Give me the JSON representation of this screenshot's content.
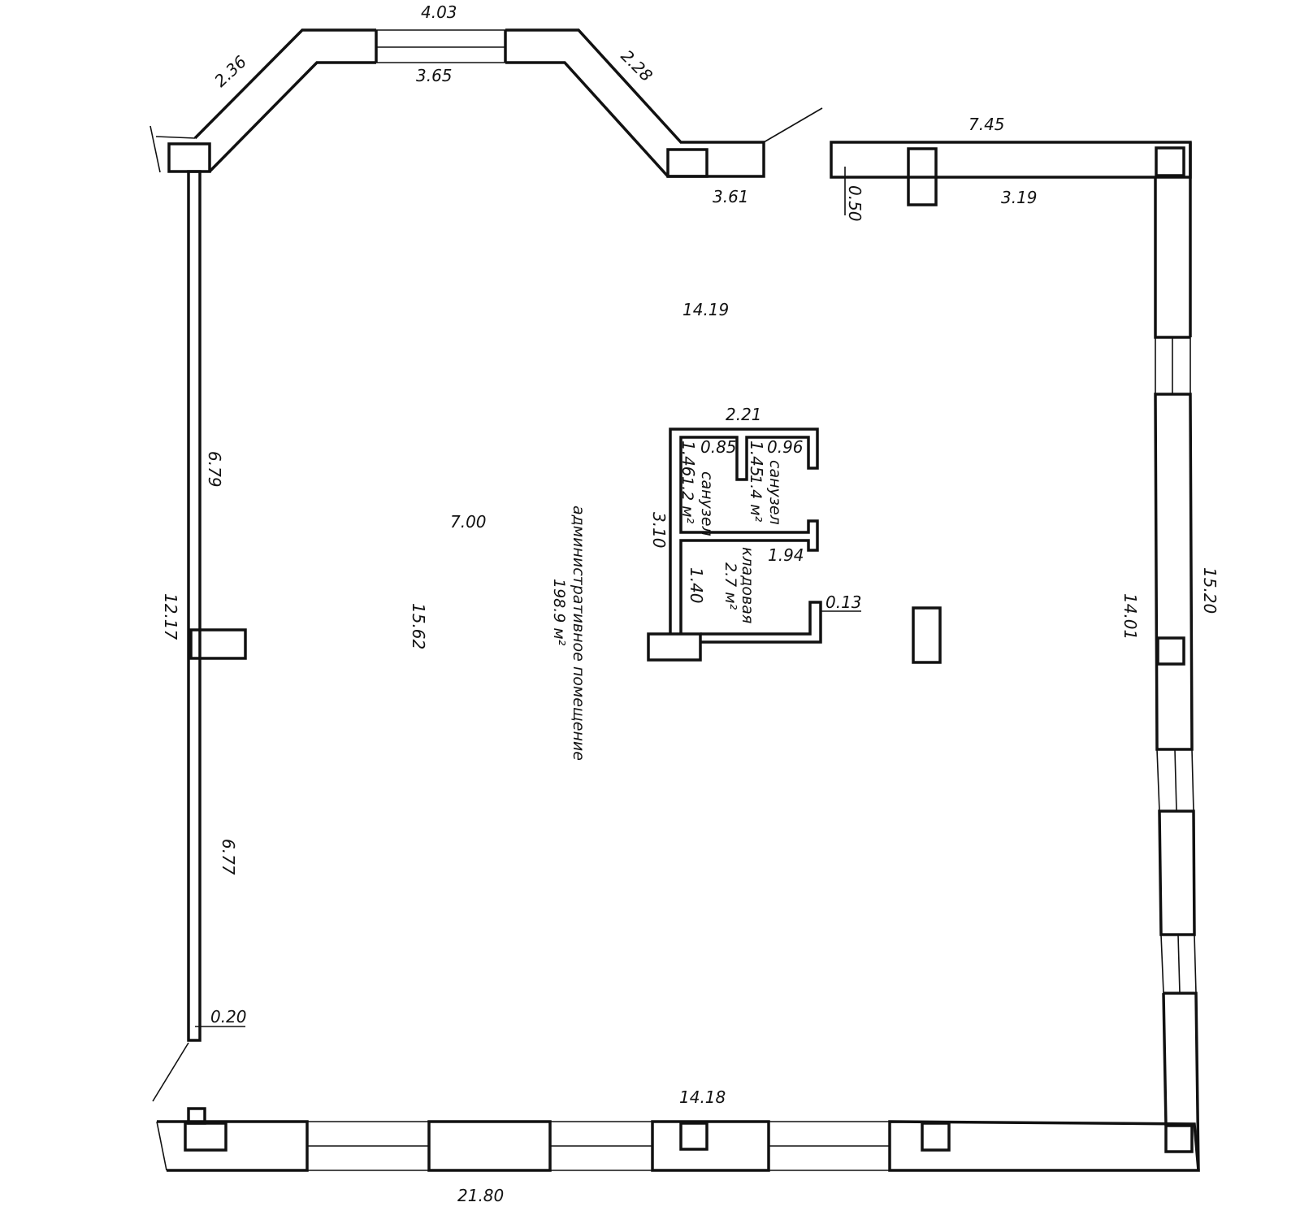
{
  "plan": {
    "main_room": {
      "name": "административное помещение",
      "area": "198.9 м²"
    },
    "wc1": {
      "name": "санузел",
      "area": "1.2 м²",
      "width": "0.85",
      "length": "1.46"
    },
    "wc2": {
      "name": "санузел",
      "area": "1.4 м²",
      "width": "0.96",
      "length": "1.45"
    },
    "storage": {
      "name": "кладовая",
      "area": "2.7 м²",
      "length": "1.94",
      "width": "1.40"
    },
    "dimensions": {
      "top_bay_outer": "4.03",
      "top_bay_inner": "3.65",
      "left_diag": "2.36",
      "right_diag": "2.28",
      "top_mid": "3.61",
      "top_right": "7.45",
      "top_right_inner": "3.19",
      "pier": "0.50",
      "inner_span": "14.19",
      "core_top": "2.21",
      "core_side": "3.10",
      "mid_width": "7.00",
      "left_upper": "6.79",
      "left_total": "12.17",
      "left_lower": "6.77",
      "inner_depth": "15.62",
      "wall_small": "0.13",
      "right_inner": "14.01",
      "right_outer": "15.20",
      "left_wall": "0.20",
      "bottom_inner": "14.18",
      "bottom_outer": "21.80"
    },
    "line_color": "#111111"
  }
}
